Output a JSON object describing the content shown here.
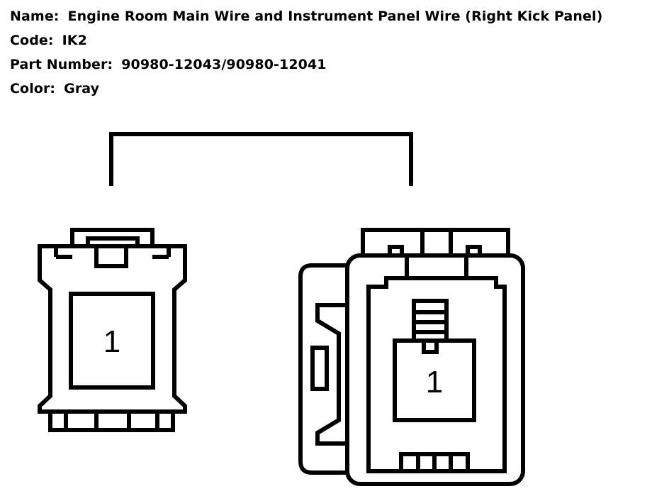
{
  "info": {
    "name_label": "Name:",
    "name_value": "Engine Room Main Wire and Instrument Panel Wire (Right Kick Panel)",
    "code_label": "Code:",
    "code_value": "IK2",
    "part_label": "Part Number:",
    "part_value": "90980-12043/90980-12041",
    "color_label": "Color:",
    "color_value": "Gray"
  },
  "connectors": {
    "left": {
      "pin": "1"
    },
    "right": {
      "pin": "1"
    }
  },
  "colors": {
    "line": "#000000",
    "background": "#ffffff"
  }
}
